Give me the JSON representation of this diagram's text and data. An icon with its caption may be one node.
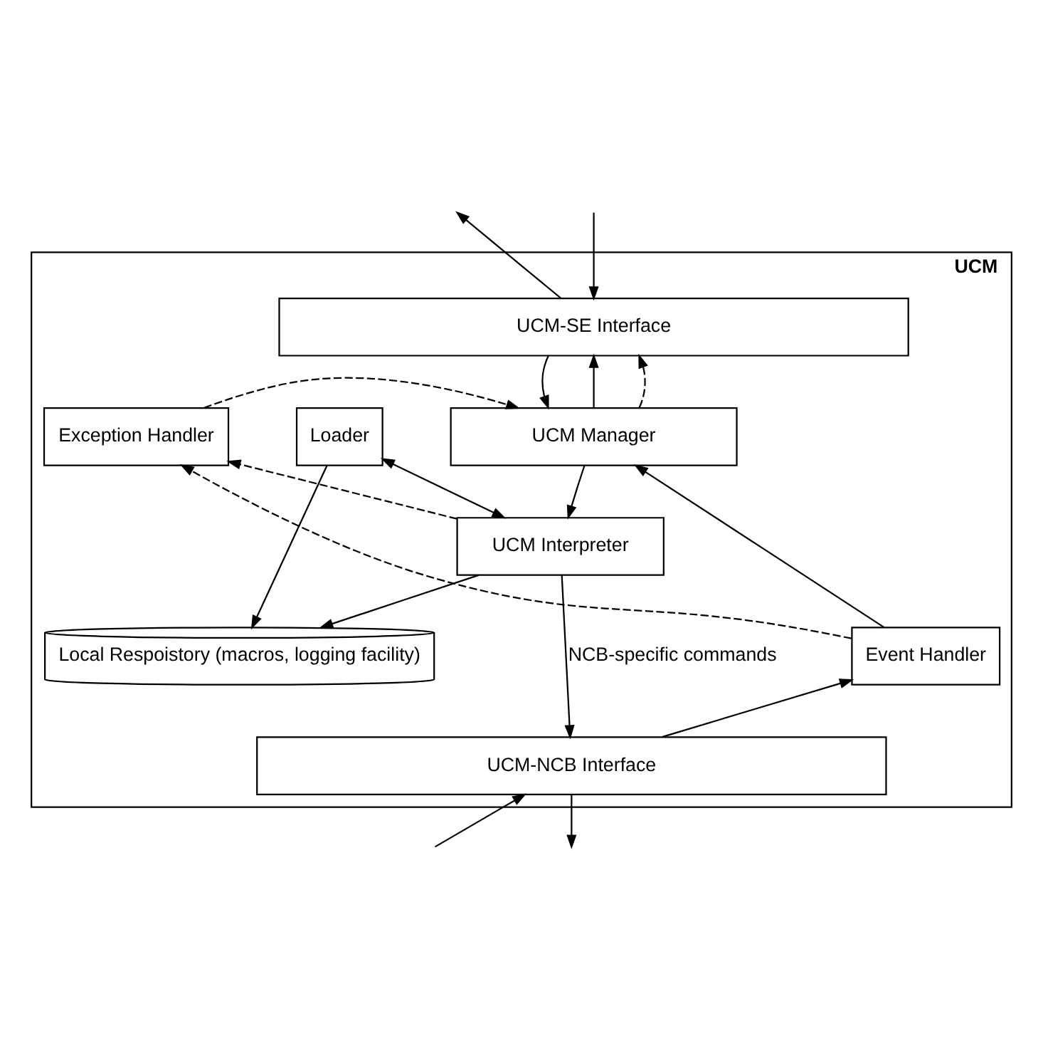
{
  "diagram": {
    "nodes": [
      {
        "text": [
          "UCM"
        ]
      },
      {
        "text": [
          "UCM-SE Interface"
        ],
        "in": 0
      },
      {
        "text": [
          "UCM Manager"
        ],
        "in": 0
      },
      {
        "text": [
          "Exception Handler"
        ],
        "in": 0
      },
      {
        "text": [
          "Loader"
        ],
        "in": 0
      },
      {
        "text": [
          "UCM Interpreter"
        ],
        "in": 0
      },
      {
        "text": [
          "Local Respoistory (macros, logging facility)"
        ],
        "in": 0
      },
      {
        "text": [
          "Event Handler"
        ],
        "in": 0
      },
      {
        "text": [
          "UCM-NCB Interface"
        ],
        "in": 0
      }
    ],
    "edges": [
      {
        "from": 1,
        "to": null,
        "arrow": "to"
      },
      {
        "from": null,
        "to": 1,
        "arrow": "to"
      },
      {
        "from": 1,
        "to": 2,
        "arrow": "to"
      },
      {
        "from": 2,
        "to": 1,
        "arrow": "to"
      },
      {
        "from": 2,
        "to": 1,
        "arrow": "to",
        "style": "dashed"
      },
      {
        "from": 2,
        "to": 5,
        "arrow": "to"
      },
      {
        "from": 3,
        "to": 2,
        "arrow": "to",
        "style": "dashed"
      },
      {
        "from": 7,
        "to": 2,
        "arrow": "to"
      },
      {
        "from": 4,
        "to": 5,
        "arrow": "both"
      },
      {
        "from": 4,
        "to": 6,
        "arrow": "to"
      },
      {
        "from": 5,
        "to": 6,
        "arrow": "to"
      },
      {
        "from": 5,
        "to": 3,
        "arrow": "to",
        "style": "dashed"
      },
      {
        "from": 7,
        "to": 3,
        "arrow": "to",
        "style": "dashed"
      },
      {
        "from": 5,
        "to": 8,
        "arrow": "to",
        "label": "NCB-specific commands"
      },
      {
        "from": 8,
        "to": 7,
        "arrow": "to"
      },
      {
        "from": null,
        "to": 8,
        "arrow": "to"
      },
      {
        "from": 8,
        "to": null,
        "arrow": "to"
      }
    ]
  }
}
